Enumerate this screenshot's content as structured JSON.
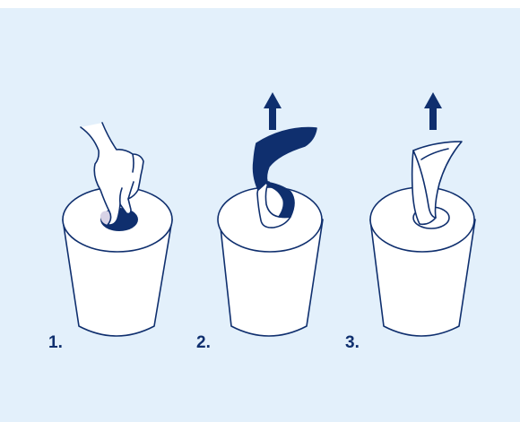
{
  "steps": [
    {
      "label": "1."
    },
    {
      "label": "2."
    },
    {
      "label": "3."
    }
  ],
  "colors": {
    "background": "#e3f0fb",
    "ink": "#0f2f6e",
    "fill": "#ffffff",
    "finger_tint": "#d8d3e6"
  },
  "icons": {
    "hand": "hand-reaching-in-icon",
    "arrow": "arrow-up-icon",
    "roll": "paper-roll-bucket-icon"
  }
}
